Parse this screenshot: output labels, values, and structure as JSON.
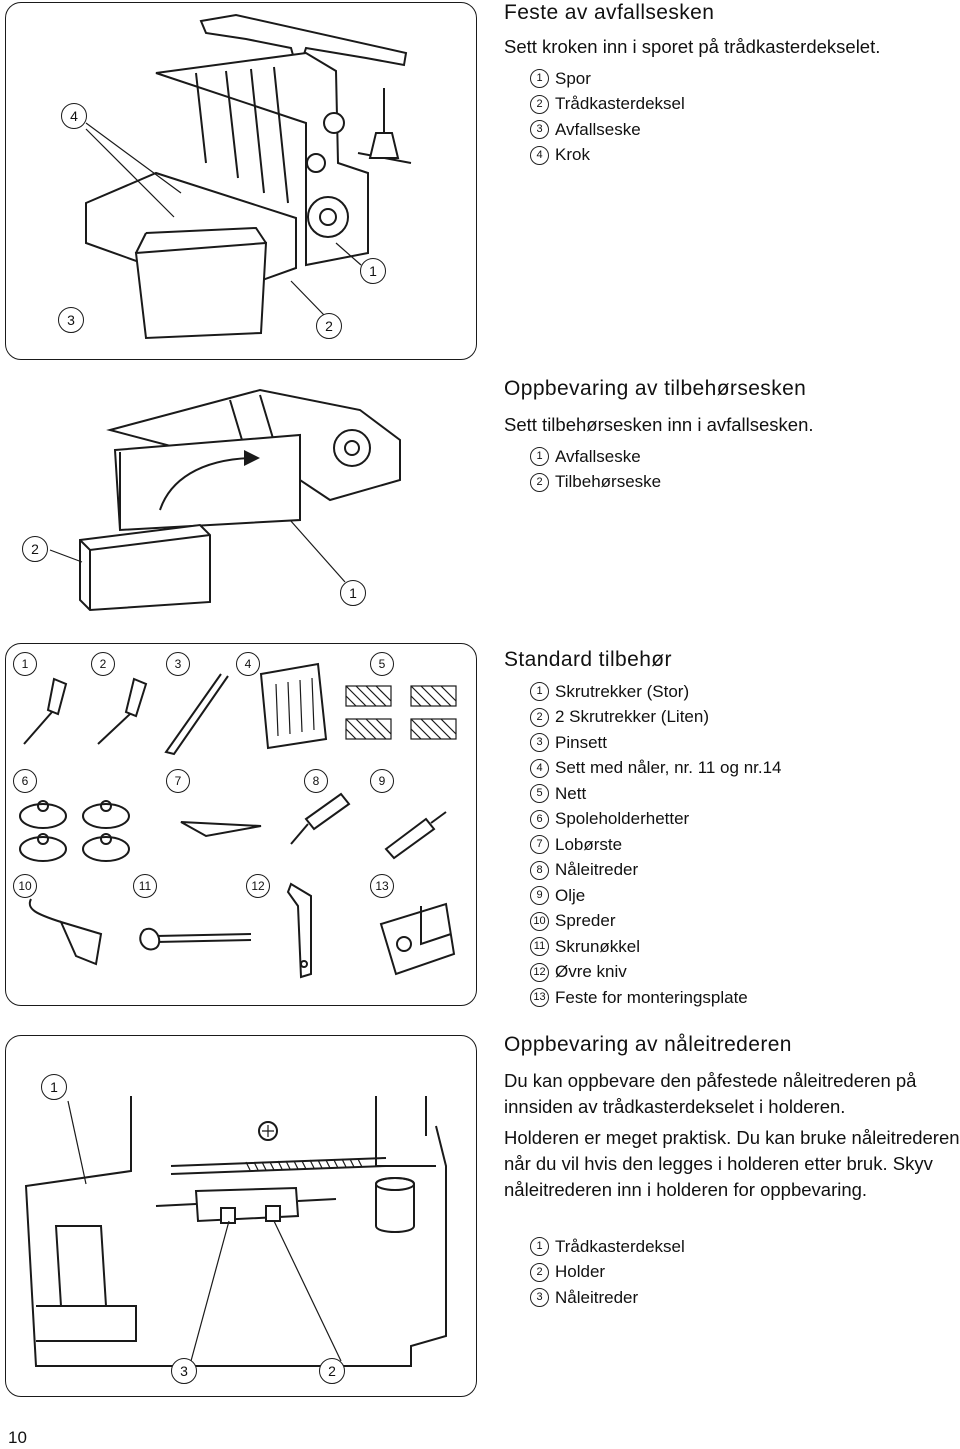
{
  "page_number": "10",
  "section1": {
    "title": "Feste av avfallsesken",
    "text": "Sett kroken inn i sporet på trådkasterdekselet.",
    "items": [
      {
        "num": "1",
        "label": "Spor"
      },
      {
        "num": "2",
        "label": "Trådkasterdeksel"
      },
      {
        "num": "3",
        "label": "Avfallseske"
      },
      {
        "num": "4",
        "label": "Krok"
      }
    ],
    "callouts": [
      "4",
      "1",
      "3",
      "2"
    ]
  },
  "section2": {
    "title": "Oppbevaring av tilbehørsesken",
    "text": "Sett tilbehørsesken inn i avfallsesken.",
    "items": [
      {
        "num": "1",
        "label": "Avfallseske"
      },
      {
        "num": "2",
        "label": "Tilbehørseske"
      }
    ],
    "callouts": [
      "2",
      "1"
    ]
  },
  "section3": {
    "title": "Standard tilbehør",
    "items": [
      {
        "num": "1",
        "label": "Skrutrekker (Stor)"
      },
      {
        "num": "2",
        "label": "2 Skrutrekker (Liten)"
      },
      {
        "num": "3",
        "label": "Pinsett"
      },
      {
        "num": "4",
        "label": "Sett med nåler, nr. 11 og nr.14"
      },
      {
        "num": "5",
        "label": "Nett"
      },
      {
        "num": "6",
        "label": "Spoleholderhetter"
      },
      {
        "num": "7",
        "label": "Lobørste"
      },
      {
        "num": "8",
        "label": "Nåleitreder"
      },
      {
        "num": "9",
        "label": "Olje"
      },
      {
        "num": "10",
        "label": "Spreder"
      },
      {
        "num": "11",
        "label": "Skrunøkkel"
      },
      {
        "num": "12",
        "label": "Øvre kniv"
      },
      {
        "num": "13",
        "label": "Feste for monteringsplate"
      }
    ],
    "callouts": [
      "1",
      "2",
      "3",
      "4",
      "5",
      "6",
      "7",
      "8",
      "9",
      "10",
      "11",
      "12",
      "13"
    ]
  },
  "section4": {
    "title": "Oppbevaring av nåleitrederen",
    "para1": "Du kan oppbevare den påfestede nåleitrederen på innsiden av trådkasterdekselet i holderen.",
    "para2": "Holderen er meget praktisk. Du kan bruke nåleitrederen når du vil hvis den legges i holderen etter bruk. Skyv nåleitrederen inn i holderen for oppbevaring.",
    "items": [
      {
        "num": "1",
        "label": "Trådkasterdeksel"
      },
      {
        "num": "2",
        "label": "Holder"
      },
      {
        "num": "3",
        "label": "Nåleitreder"
      }
    ],
    "callouts": [
      "1",
      "3",
      "2"
    ]
  },
  "icons": [
    "serger-machine-illustration",
    "accessory-box-illustration",
    "accessories-illustration",
    "thread-cover-illustration"
  ]
}
